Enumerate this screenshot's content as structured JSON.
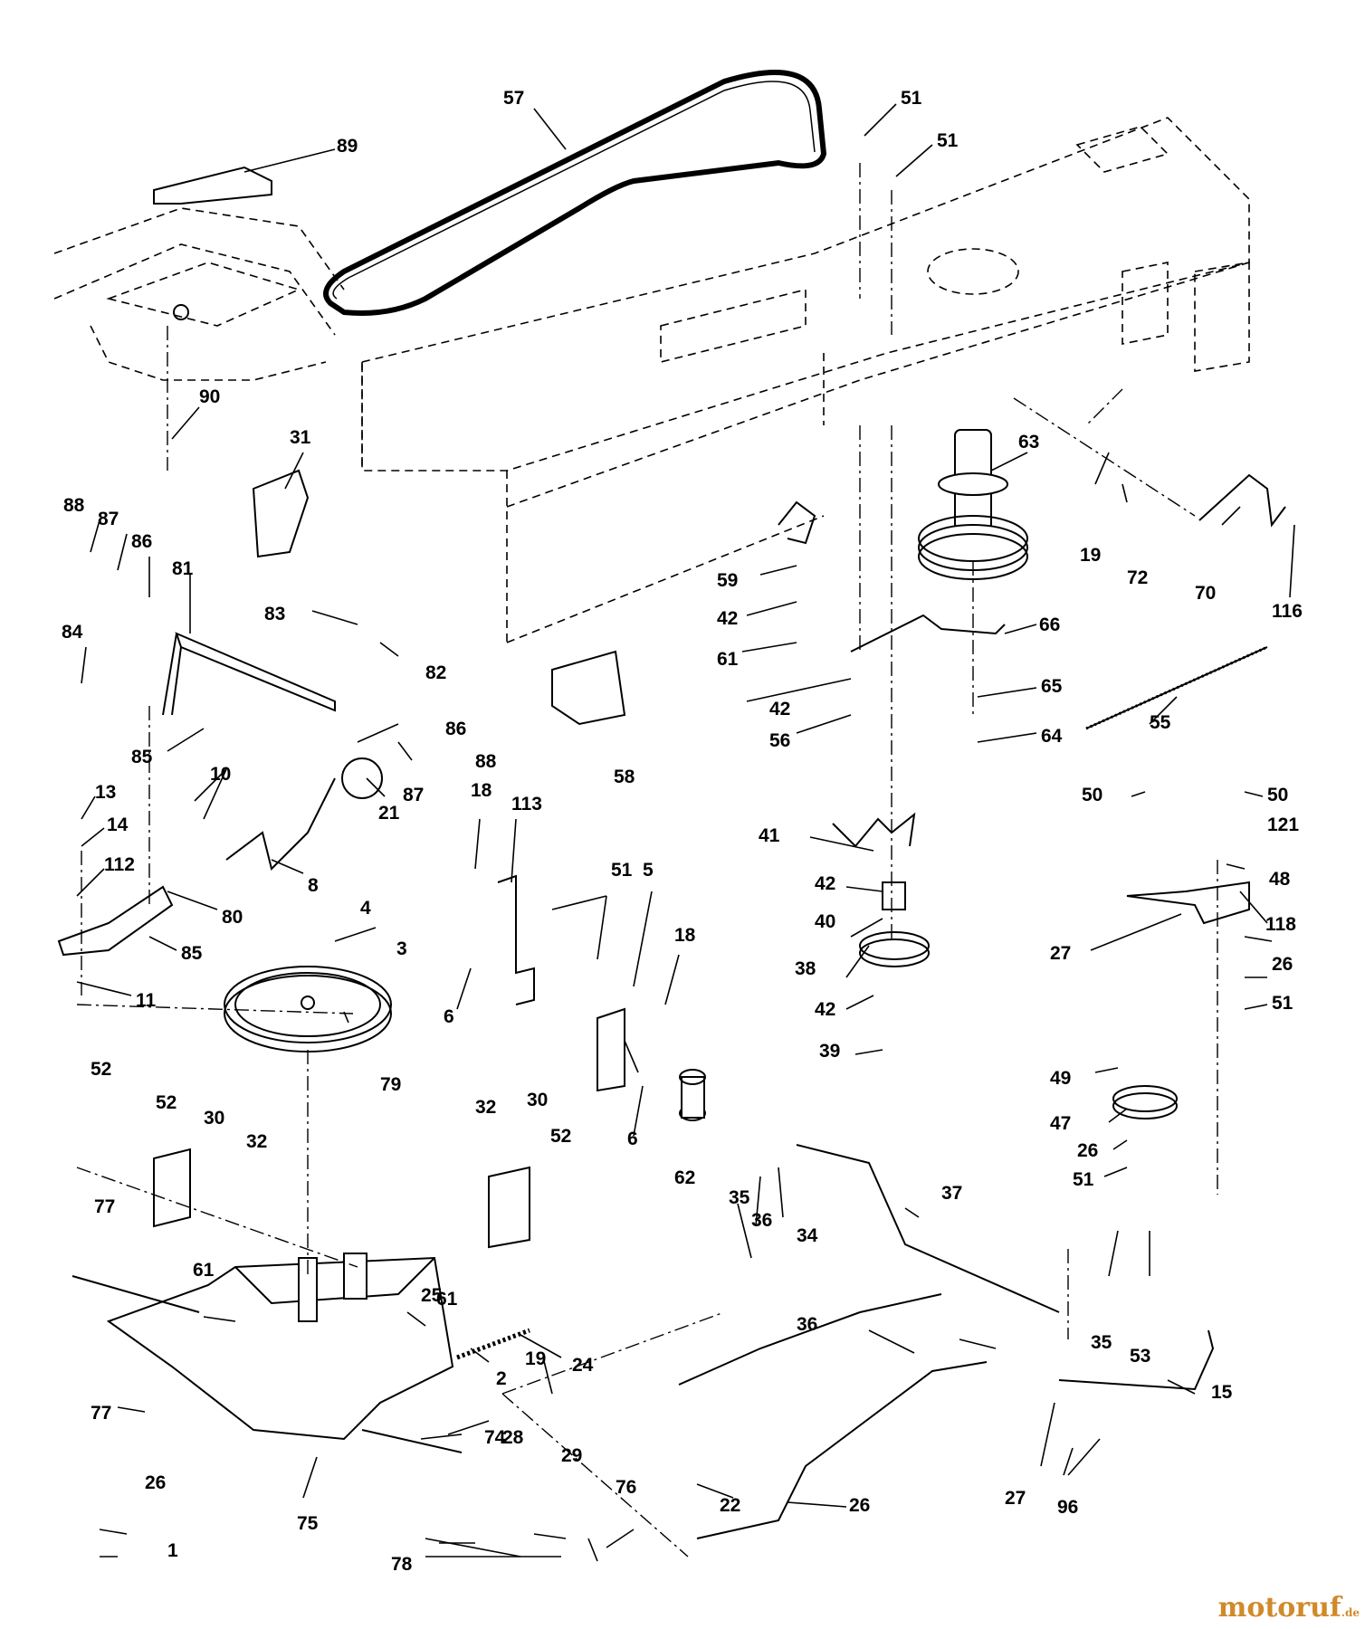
{
  "diagram": {
    "callouts": [
      "57",
      "89",
      "51",
      "51",
      "90",
      "31",
      "63",
      "19",
      "72",
      "70",
      "116",
      "88",
      "87",
      "86",
      "81",
      "83",
      "82",
      "84",
      "85",
      "86",
      "88",
      "87",
      "59",
      "42",
      "61",
      "66",
      "42",
      "56",
      "65",
      "64",
      "55",
      "10",
      "21",
      "8",
      "13",
      "14",
      "112",
      "80",
      "85",
      "11",
      "18",
      "113",
      "51",
      "5",
      "18",
      "6",
      "41",
      "42",
      "40",
      "38",
      "42",
      "39",
      "50",
      "50",
      "121",
      "48",
      "27",
      "118",
      "26",
      "51",
      "4",
      "3",
      "58",
      "79",
      "52",
      "52",
      "30",
      "32",
      "32",
      "30",
      "52",
      "61",
      "61",
      "6",
      "62",
      "35",
      "36",
      "34",
      "37",
      "49",
      "47",
      "26",
      "51",
      "77",
      "25",
      "19",
      "24",
      "2",
      "28",
      "36",
      "35",
      "53",
      "15",
      "77",
      "74",
      "29",
      "22",
      "26",
      "27",
      "96",
      "26",
      "1",
      "75",
      "78",
      "76"
    ],
    "accent_color": "#000000"
  },
  "watermark": {
    "text": "motoruf",
    "suffix": ".de",
    "color": "#d08a2a"
  }
}
